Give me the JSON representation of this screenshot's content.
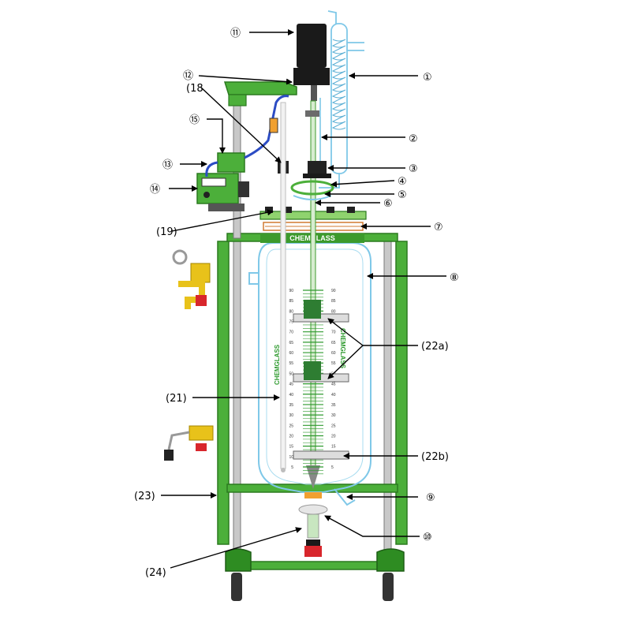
{
  "brand": "CHEMGLASS",
  "colors": {
    "frame_green": "#4caf3a",
    "frame_dark": "#2b7a1f",
    "glass_blue": "#7fc8e8",
    "motor_black": "#1a1a1a",
    "valve_yellow": "#e8c21a",
    "accent_red": "#d8262c",
    "accent_orange": "#f0a030"
  },
  "labels": {
    "l1": "①",
    "l2": "②",
    "l3": "③",
    "l4": "④",
    "l5": "⑤",
    "l6": "⑥",
    "l7": "⑦",
    "l8": "⑧",
    "l9": "⑨",
    "l10": "⑩",
    "l11": "⑪",
    "l12": "⑫",
    "l13": "⑬",
    "l14": "⑭",
    "l15": "⑮",
    "l18": "(18",
    "l19": "(19)",
    "l21": "(21)",
    "l22a": "(22a)",
    "l22b": "(22b)",
    "l23": "(23)",
    "l24": "(24)"
  },
  "scale_ticks": [
    "90",
    "85",
    "80",
    "75",
    "70",
    "65",
    "60",
    "55",
    "50",
    "45",
    "40",
    "35",
    "30",
    "25",
    "20",
    "15",
    "10",
    "5"
  ]
}
